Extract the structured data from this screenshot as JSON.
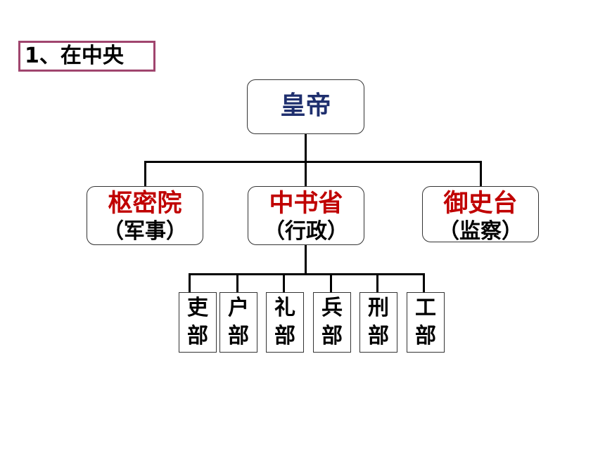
{
  "section_label": "1、在中央",
  "emperor": "皇帝",
  "departments": [
    {
      "name": "枢密院",
      "role": "（军事）"
    },
    {
      "name": "中书省",
      "role": "（行政）"
    },
    {
      "name": "御史台",
      "role": "（监察）"
    }
  ],
  "ministries": [
    {
      "top": "吏",
      "bottom": "部"
    },
    {
      "top": "户",
      "bottom": "部"
    },
    {
      "top": "礼",
      "bottom": "部"
    },
    {
      "top": "兵",
      "bottom": "部"
    },
    {
      "top": "刑",
      "bottom": "部"
    },
    {
      "top": "工",
      "bottom": "部"
    }
  ]
}
